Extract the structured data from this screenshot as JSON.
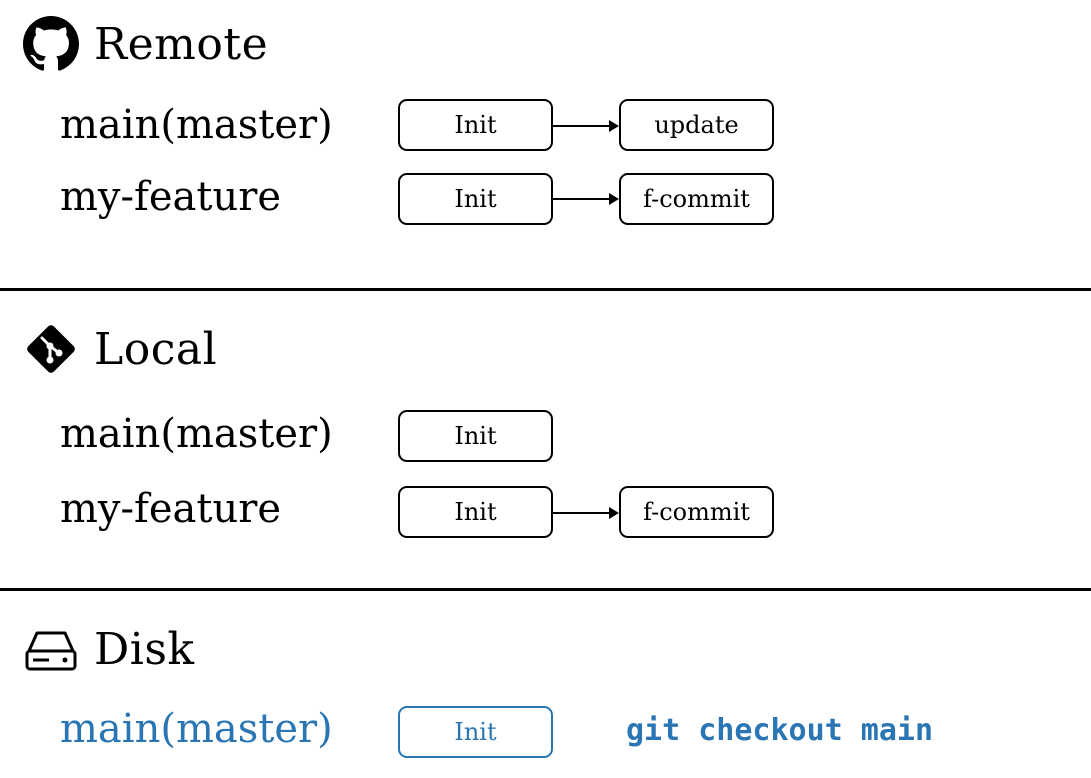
{
  "sections": {
    "remote": {
      "title": "Remote",
      "icon": "github-icon",
      "branches": [
        {
          "name": "main(master)",
          "commits": [
            "Init",
            "update"
          ]
        },
        {
          "name": "my-feature",
          "commits": [
            "Init",
            "f-commit"
          ]
        }
      ]
    },
    "local": {
      "title": "Local",
      "icon": "git-icon",
      "branches": [
        {
          "name": "main(master)",
          "commits": [
            "Init"
          ]
        },
        {
          "name": "my-feature",
          "commits": [
            "Init",
            "f-commit"
          ]
        }
      ]
    },
    "disk": {
      "title": "Disk",
      "icon": "hard-drive-icon",
      "branches": [
        {
          "name": "main(master)",
          "commits": [
            "Init"
          ]
        }
      ],
      "command": "git checkout main"
    }
  },
  "colors": {
    "highlight": "#2a76b4",
    "ink": "#000000"
  }
}
